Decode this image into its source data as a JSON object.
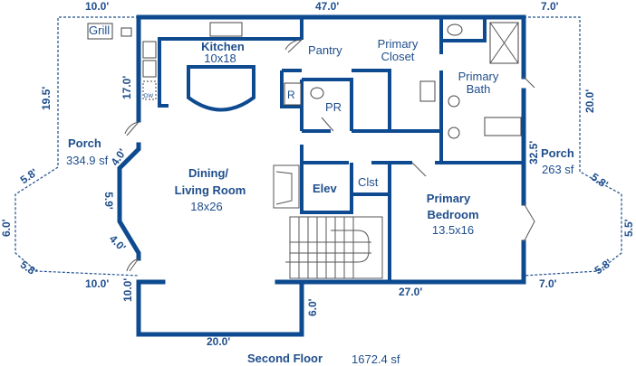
{
  "title": "Second Floor",
  "total_area": "1672.4 sf",
  "colors": {
    "wall": "#0d4a8f",
    "text": "#1f4e8c"
  },
  "rooms": {
    "kitchen": {
      "name": "Kitchen",
      "size": "10x18"
    },
    "pantry": {
      "name": "Pantry"
    },
    "pr": {
      "name": "PR"
    },
    "refrigerator": {
      "name": "R"
    },
    "primary_closet": {
      "name": "Primary Closet"
    },
    "primary_bath": {
      "name": "Primary Bath"
    },
    "dining_living": {
      "name": "Dining/ Living Room",
      "line1": "Dining/",
      "line2": "Living Room",
      "size": "18x26"
    },
    "elev": {
      "name": "Elev"
    },
    "clst": {
      "name": "Clst"
    },
    "primary_bedroom": {
      "name": "Primary Bedroom",
      "line1": "Primary",
      "line2": "Bedroom",
      "size": "13.5x16"
    },
    "porch_left": {
      "name": "Porch",
      "area": "334.9 sf"
    },
    "porch_right": {
      "name": "Porch",
      "area": "263 sf"
    },
    "grill": {
      "name": "Grill"
    },
    "dishwasher": {
      "name": "DW"
    }
  },
  "dimensions": {
    "top_left": "10.0'",
    "top": "47.0'",
    "top_right": "7.0'",
    "left_porch": "19.5'",
    "kitchen_left": "17.0'",
    "bay_upper": "4.0'",
    "bay_mid": "5.9'",
    "bay_lower": "4.0'",
    "porch_left_upper": "5.8'",
    "porch_left_side": "6.0'",
    "porch_left_lower": "5.8'",
    "bottom_left_porch": "10.0'",
    "left_lower": "10.0'",
    "bottom": "20.0'",
    "step": "6.0'",
    "bottom_right": "27.0'",
    "bottom_right_porch": "7.0'",
    "right": "32.5'",
    "right_porch": "20.0'",
    "porch_right_upper": "5.8'",
    "porch_right_side": "5.5'",
    "porch_right_lower": "5.8'"
  }
}
